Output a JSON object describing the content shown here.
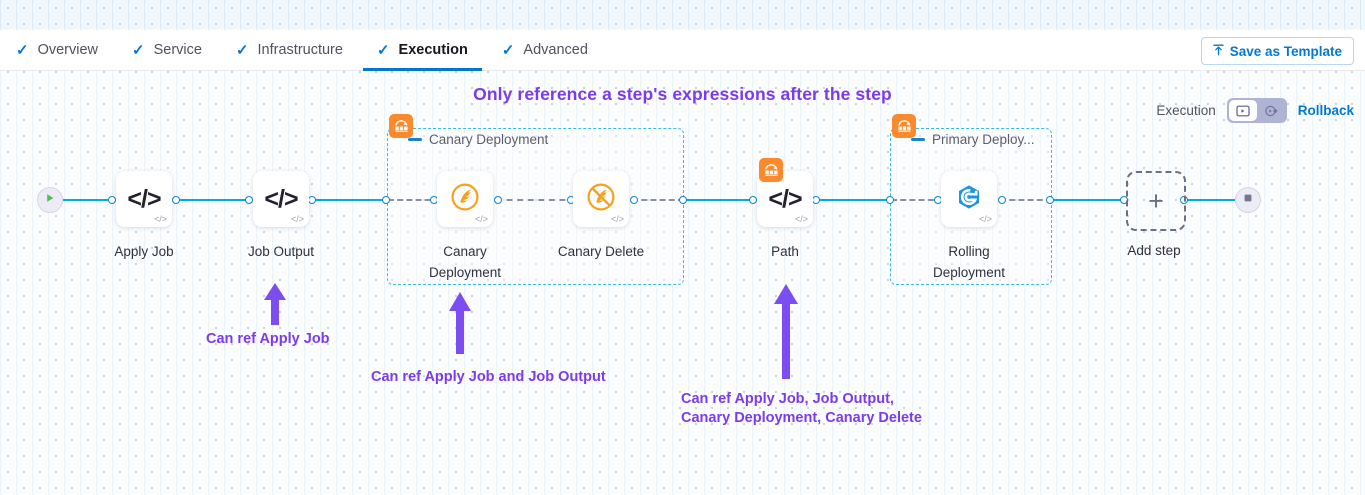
{
  "tabs": [
    {
      "label": "Overview",
      "active": false,
      "icon": "check-icon"
    },
    {
      "label": "Service",
      "active": false,
      "icon": "check-icon"
    },
    {
      "label": "Infrastructure",
      "active": false,
      "icon": "check-icon"
    },
    {
      "label": "Execution",
      "active": true,
      "icon": "check-icon"
    },
    {
      "label": "Advanced",
      "active": false,
      "icon": "check-icon"
    }
  ],
  "header": {
    "save_template_label": "Save as Template",
    "save_template_icon": "upload-icon"
  },
  "headline": "Only reference a step's expressions after the step",
  "toolbar": {
    "execution_label": "Execution",
    "rollback_label": "Rollback",
    "toggle_left_icon": "execution-view-icon",
    "toggle_right_icon": "rollback-view-icon",
    "toggle_selected": "execution"
  },
  "pipeline": {
    "start_icon": "play-icon",
    "end_icon": "stop-icon",
    "add_step_label": "Add step",
    "add_step_icon": "plus-icon",
    "steps": [
      {
        "name": "Apply Job",
        "icon": "code-icon",
        "corner_icon": "code-small-icon"
      },
      {
        "name": "Job Output",
        "icon": "code-icon",
        "corner_icon": "code-small-icon"
      },
      {
        "name": "Canary Deployment",
        "icon": "canary-bird-icon",
        "corner_icon": "code-small-icon"
      },
      {
        "name": "Canary Delete",
        "icon": "canary-delete-icon",
        "corner_icon": "code-small-icon"
      },
      {
        "name": "Path",
        "icon": "code-icon",
        "corner_icon": "code-small-icon",
        "badge_icon": "step-group-icon"
      },
      {
        "name": "Rolling Deployment",
        "icon": "rolling-deployment-icon",
        "corner_icon": "code-small-icon"
      }
    ],
    "groups": [
      {
        "label": "Canary Deployment",
        "badge_icon": "step-group-icon",
        "collapse_icon": "collapse-dash-icon"
      },
      {
        "label": "Primary Deploy...",
        "badge_icon": "step-group-icon",
        "collapse_icon": "collapse-dash-icon"
      }
    ]
  },
  "annotations": [
    {
      "text": "Can ref Apply Job",
      "arrow_icon": "up-arrow-icon"
    },
    {
      "text": "Can ref Apply Job and Job Output",
      "arrow_icon": "up-arrow-icon"
    },
    {
      "text": "Can ref Apply Job, Job Output,\nCanary Deployment, Canary Delete",
      "arrow_icon": "up-arrow-icon"
    }
  ],
  "colors": {
    "accent_blue": "#0278d5",
    "edge_blue": "#00ade4",
    "annotation_purple": "#7c3aed",
    "group_orange": "#fa8a2b",
    "group_border": "#3ab6ea"
  }
}
